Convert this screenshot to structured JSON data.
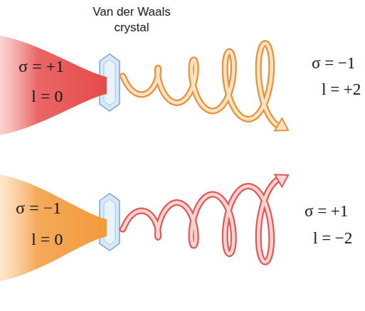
{
  "diagram": {
    "nodes": [
      {
        "text": [
          "σ = +1",
          "l = 0"
        ]
      },
      {
        "text": [
          "σ = −1",
          "l = 0"
        ]
      }
    ],
    "labels": [
      "Van der Waals crystal",
      "σ = −1",
      "l = +2",
      "σ = +1",
      "l = −2"
    ]
  }
}
